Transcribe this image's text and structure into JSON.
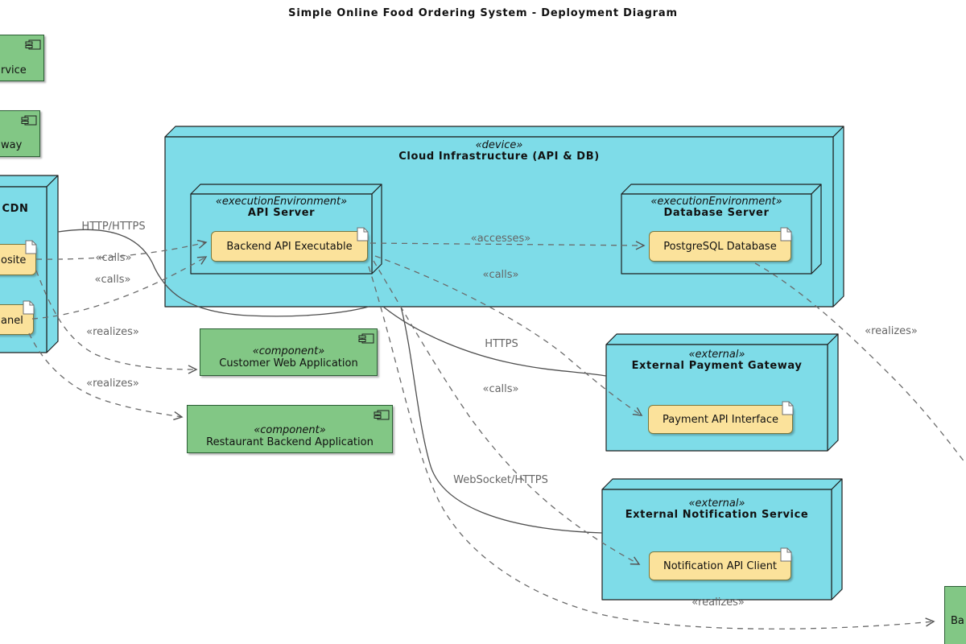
{
  "title": "Simple Online Food Ordering System - Deployment Diagram",
  "colors": {
    "node_fill": "#7EDCE8",
    "component_fill": "#82C785",
    "artifact_fill": "#FBE29B",
    "node_border": "#1F1F1F",
    "connector": "#6B6B6B",
    "edge_label_text": "#666666"
  },
  "nodes": {
    "cut_service": {
      "label_fragment": "rvice"
    },
    "cut_gateway": {
      "label_fragment": "way"
    },
    "cdn": {
      "name": "CDN",
      "artifact_fragments": {
        "website": "osite",
        "panel": "anel"
      }
    },
    "cloud": {
      "stereotype": "«device»",
      "name": "Cloud Infrastructure (API & DB)"
    },
    "api_server": {
      "stereotype": "«executionEnvironment»",
      "name": "API Server",
      "artifact": "Backend API Executable"
    },
    "db_server": {
      "stereotype": "«executionEnvironment»",
      "name": "Database Server",
      "artifact": "PostgreSQL Database"
    },
    "payment_gateway": {
      "stereotype": "«external»",
      "name": "External Payment Gateway",
      "artifact": "Payment API Interface"
    },
    "notification_service": {
      "stereotype": "«external»",
      "name": "External Notification Service",
      "artifact": "Notification API Client"
    },
    "customer_app": {
      "stereotype": "«component»",
      "name": "Customer Web Application"
    },
    "restaurant_app": {
      "stereotype": "«component»",
      "name": "Restaurant Backend Application"
    },
    "cut_backend": {
      "label_fragment": "Ba"
    }
  },
  "edge_labels": [
    {
      "text": "HTTP/HTTPS"
    },
    {
      "text": "«calls»"
    },
    {
      "text": "«calls»"
    },
    {
      "text": "«realizes»"
    },
    {
      "text": "«realizes»"
    },
    {
      "text": "«accesses»"
    },
    {
      "text": "«calls»"
    },
    {
      "text": "HTTPS"
    },
    {
      "text": "«calls»"
    },
    {
      "text": "WebSocket/HTTPS"
    },
    {
      "text": "«realizes»"
    },
    {
      "text": "«realizes»"
    }
  ]
}
